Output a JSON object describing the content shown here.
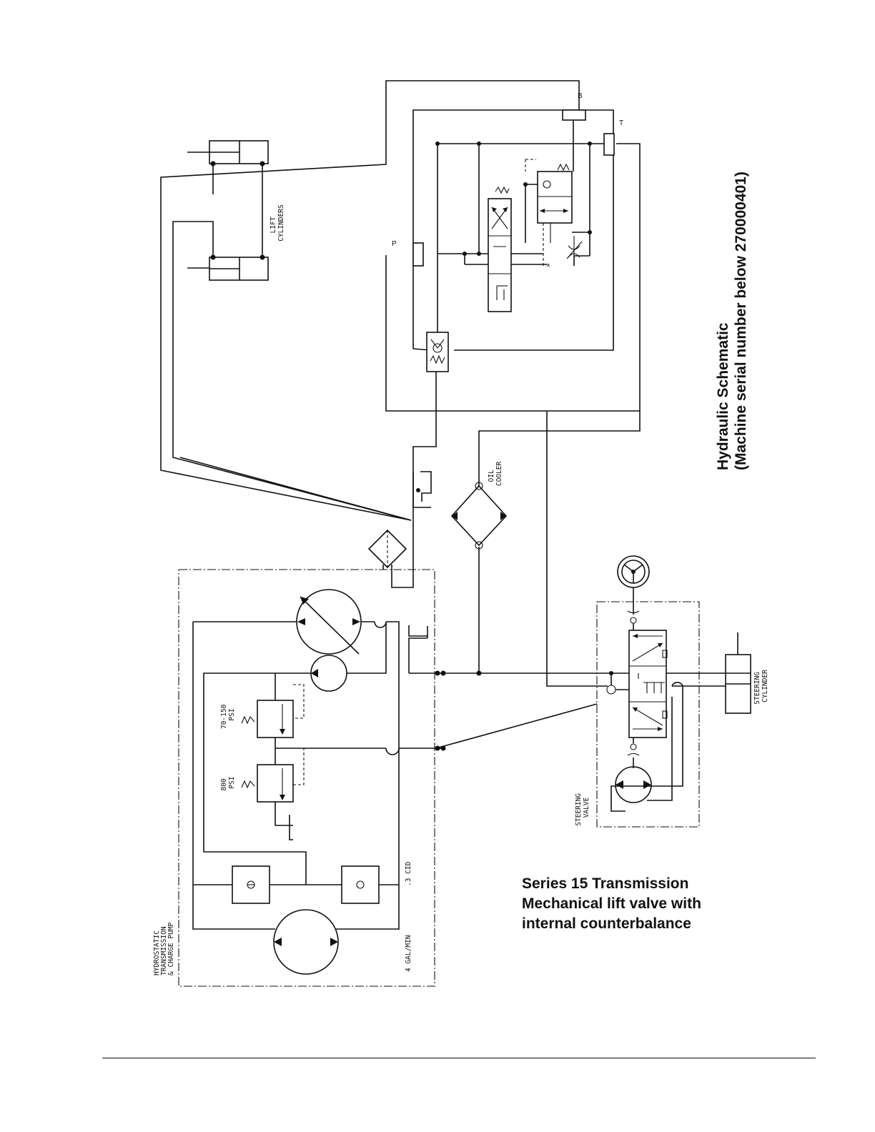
{
  "title": {
    "line1": "Hydraulic Schematic",
    "line2": "(Machine serial number below 270000401)"
  },
  "caption": {
    "line1": "Series 15 Transmission",
    "line2": "Mechanical lift valve with",
    "line3": "internal counterbalance"
  },
  "labels": {
    "lift_cylinders": [
      "LIFT",
      "CYLINDERS"
    ],
    "oil_cooler": [
      "OIL",
      "COOLER"
    ],
    "steering_cylinder": [
      "STEERING",
      "CYLINDER"
    ],
    "steering_valve": [
      "STEERING",
      "VALVE"
    ],
    "relief_low": [
      "70-150",
      "PSI"
    ],
    "relief_high": [
      "800",
      "PSI"
    ],
    "hydrostatic": [
      "HYDROSTATIC",
      "TRANSMISSION",
      "& CHARGE PUMP"
    ],
    "pump_flow": "4 GAL/MIN",
    "pump_displacement": ".3 CID"
  },
  "ports": {
    "b": "B",
    "t": "T",
    "p": "P"
  }
}
